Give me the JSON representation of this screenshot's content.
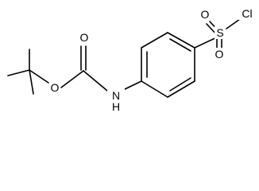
{
  "molecule": {
    "atoms": {
      "o_carbonyl": "O",
      "o_ester": "O",
      "n_amide": "N",
      "h_amide": "H",
      "sulfur": "S",
      "o_sulfonyl_left": "O",
      "o_sulfonyl_bottom": "O",
      "chlorine": "Cl"
    }
  }
}
